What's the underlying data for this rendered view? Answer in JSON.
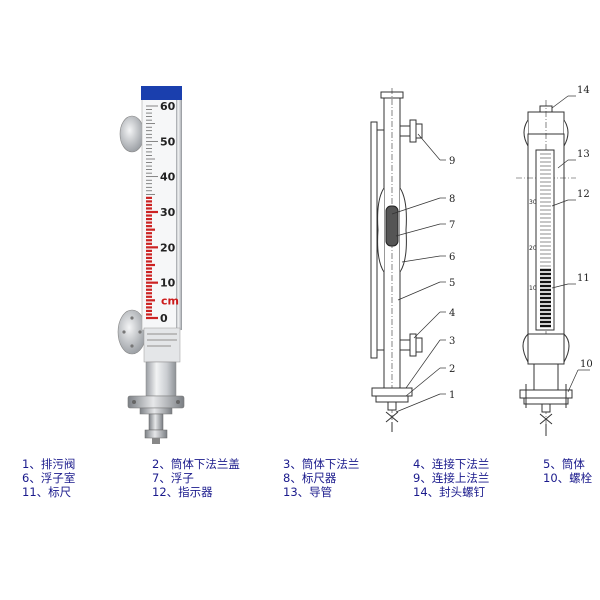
{
  "photo": {
    "scale_marks": [
      "60",
      "50",
      "40",
      "30",
      "20",
      "10",
      "0"
    ],
    "unit_mark": "cm",
    "red_level_fraction": 0.58
  },
  "front_view": {
    "callouts": [
      "9",
      "8",
      "7",
      "6",
      "5",
      "4",
      "3",
      "2",
      "1"
    ]
  },
  "side_view": {
    "callouts": [
      "14",
      "13",
      "12",
      "11",
      "10"
    ],
    "scale_marks": [
      "30",
      "20",
      "10"
    ]
  },
  "legend": [
    [
      "1、排污阀",
      "2、筒体下法兰盖",
      "3、筒体下法兰",
      "4、连接下法兰",
      "5、筒体"
    ],
    [
      "6、浮子室",
      "7、浮子",
      "8、标尺器",
      "9、连接上法兰",
      "10、螺栓"
    ],
    [
      "11、标尺",
      "12、指示器",
      "13、导管",
      "14、封头螺钉",
      ""
    ]
  ],
  "colors": {
    "red_scale": "#cc2222",
    "blue_cap": "#1a3fae",
    "legend_text": "#1a1a8c",
    "line": "#333333"
  }
}
